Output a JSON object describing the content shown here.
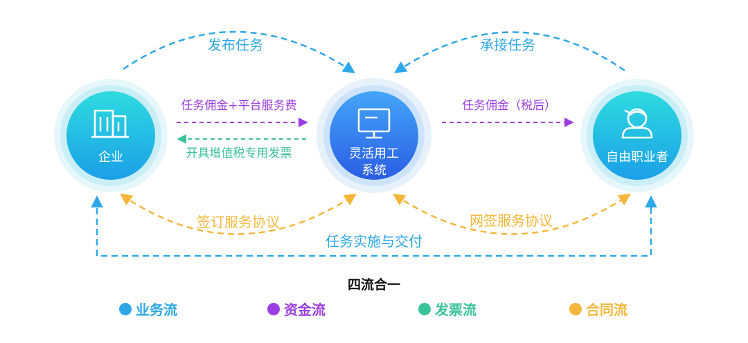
{
  "nodes": {
    "enterprise": {
      "label": "企业",
      "icon": "building-icon"
    },
    "platform": {
      "label_line1": "灵活用工",
      "label_line2": "系统",
      "icon": "monitor-icon"
    },
    "freelancer": {
      "label": "自由职业者",
      "icon": "person-icon"
    }
  },
  "flows": {
    "publish_task": "发布任务",
    "accept_task": "承接任务",
    "commission_fee": "任务佣金+平台服务费",
    "invoice": "开具增值税专用发票",
    "commission_after_tax": "任务佣金（税后）",
    "sign_agreement": "签订服务协议",
    "online_agreement": "网签服务协议",
    "delivery": "任务实施与交付"
  },
  "legend": {
    "title": "四流合一",
    "items": [
      {
        "label": "业务流",
        "color": "#2ea7e8"
      },
      {
        "label": "资金流",
        "color": "#9b3ee0"
      },
      {
        "label": "发票流",
        "color": "#3cc29a"
      },
      {
        "label": "合同流",
        "color": "#f4b73b"
      }
    ]
  },
  "colors": {
    "business": "#2ea7e8",
    "funds": "#9b3ee0",
    "invoice": "#3cc29a",
    "contract": "#f4b73b",
    "node_outer": "#e3f6fb",
    "node_mid": "#c6eef6",
    "node_inner_start": "#27d3dc",
    "node_inner_end": "#1aa6e6",
    "platform_outer": "#dcecfa",
    "platform_inner_start": "#3f9bf6",
    "platform_inner_end": "#2c62e6"
  }
}
